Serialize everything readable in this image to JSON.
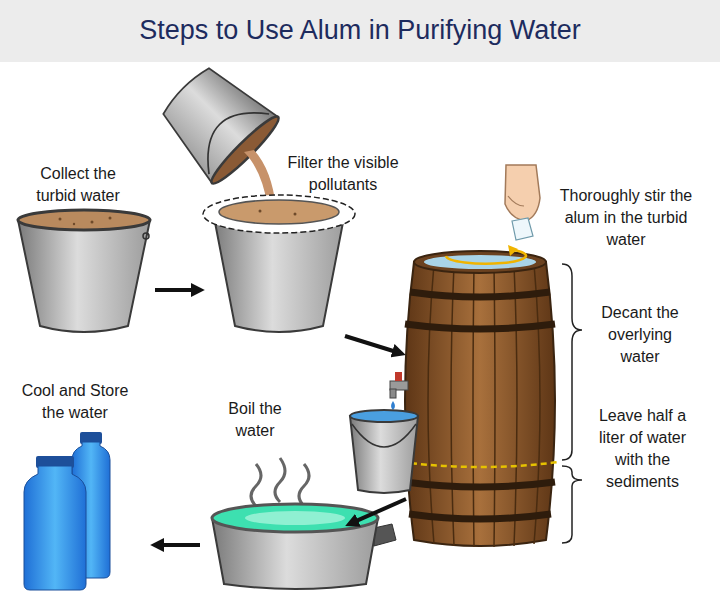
{
  "diagram": {
    "title": "Steps to Use Alum in Purifying Water",
    "nodes": [
      {
        "text": [
          "Collect the turbid water"
        ]
      },
      {
        "text": [
          "Filter the visible pollutants"
        ]
      },
      {
        "text": [
          "Thoroughly stir the alum in the turbid water",
          "Decant the overlying water",
          "Leave half a liter of water with the sediments"
        ]
      },
      {
        "text": [
          "Boil the water"
        ]
      },
      {
        "text": [
          "Cool and Store the water"
        ]
      }
    ],
    "edges": [
      {
        "from": 0,
        "to": 1,
        "arrow": "to"
      },
      {
        "from": 1,
        "to": 2,
        "arrow": "to"
      },
      {
        "from": 2,
        "to": 3,
        "arrow": "to"
      },
      {
        "from": 3,
        "to": 4,
        "arrow": "to"
      }
    ]
  }
}
